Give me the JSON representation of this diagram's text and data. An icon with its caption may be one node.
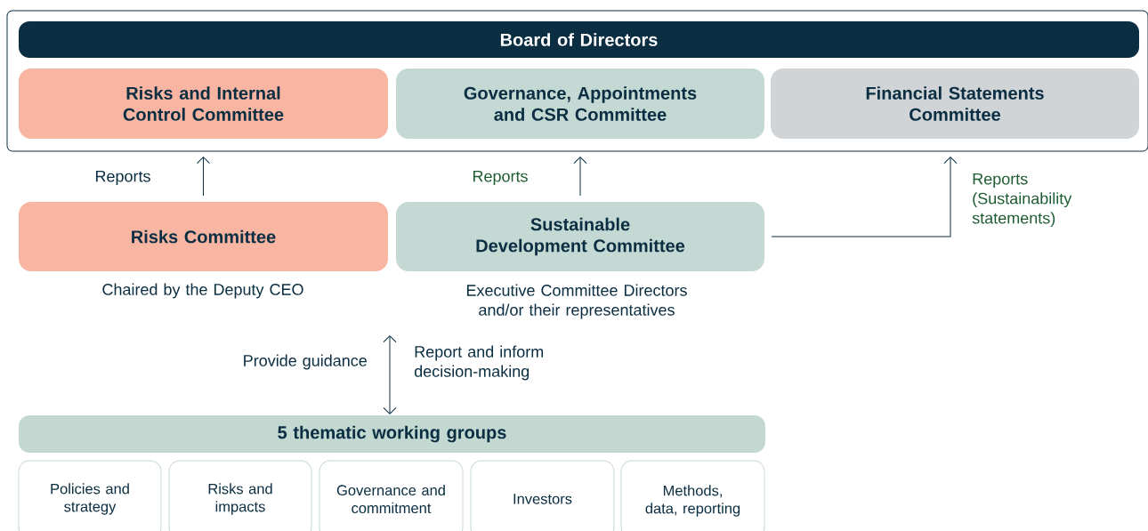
{
  "diagram": {
    "nodes": [
      {
        "text": [],
        "shape": "box"
      },
      {
        "text": [
          "Board of Directors"
        ],
        "in": 0
      },
      {
        "text": [
          "Risks and Internal Control Committee"
        ],
        "in": 0
      },
      {
        "text": [
          "Governance, Appointments and CSR Committee"
        ],
        "in": 0
      },
      {
        "text": [
          "Financial Statements Committee"
        ],
        "in": 0
      },
      {
        "text": [
          "Risks Committee"
        ],
        "beside": [
          "Chaired by the Deputy CEO"
        ]
      },
      {
        "text": [
          "Sustainable Development Committee"
        ],
        "beside": [
          "Executive Committee Directors and/or their representatives"
        ]
      },
      {
        "text": [
          "5 thematic working groups"
        ]
      },
      {
        "text": [
          "Policies and strategy"
        ]
      },
      {
        "text": [
          "Risks and impacts"
        ]
      },
      {
        "text": [
          "Governance and commitment"
        ]
      },
      {
        "text": [
          "Investors"
        ]
      },
      {
        "text": [
          "Methods, data, reporting"
        ]
      }
    ],
    "edges": [
      {
        "from": 5,
        "to": 2,
        "arrow": "to",
        "label": "Reports"
      },
      {
        "from": 6,
        "to": 3,
        "arrow": "to",
        "label": "Reports"
      },
      {
        "from": 6,
        "to": 4,
        "arrow": "to",
        "label": "Reports (Sustainability statements)"
      },
      {
        "from": null,
        "to": 7,
        "arrow": "both",
        "label": "Report and inform decision-making"
      }
    ],
    "labels": [
      "Provide guidance"
    ]
  }
}
